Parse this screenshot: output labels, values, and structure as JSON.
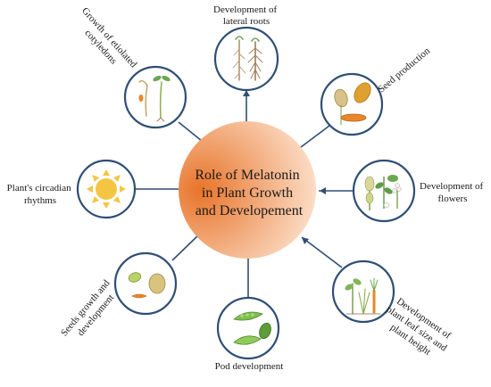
{
  "center": {
    "title_lines": [
      "Role of Melatonin",
      "in Plant Growth",
      "and Developement"
    ],
    "gradient_start": "#e8742a",
    "gradient_end": "#fde5d2"
  },
  "colors": {
    "ring": "#2f4f73",
    "connector": "#2f4f73"
  },
  "nodes": [
    {
      "id": "lateral-roots",
      "icon": "roots-icon",
      "label_lines": [
        "Development of",
        "lateral roots"
      ]
    },
    {
      "id": "seed-production",
      "icon": "seeds-pods-icon",
      "label_lines": [
        "Seed production"
      ]
    },
    {
      "id": "flowers",
      "icon": "flowers-icon",
      "label_lines": [
        "Development of",
        "flowers"
      ]
    },
    {
      "id": "leaf-size",
      "icon": "plants-icon",
      "label_lines": [
        "Development of",
        "plant leaf size and",
        "plant height"
      ]
    },
    {
      "id": "pod",
      "icon": "pea-pods-icon",
      "label_lines": [
        "Pod development"
      ]
    },
    {
      "id": "seeds-growth",
      "icon": "seeds-icon",
      "label_lines": [
        "Seeds growth and",
        "development"
      ]
    },
    {
      "id": "circadian",
      "icon": "sun-icon",
      "label_lines": [
        "Plant's circadian",
        "rhythms"
      ]
    },
    {
      "id": "cotyledons",
      "icon": "seedlings-icon",
      "label_lines": [
        "Growth of etiolated",
        "cotyledons"
      ]
    }
  ]
}
